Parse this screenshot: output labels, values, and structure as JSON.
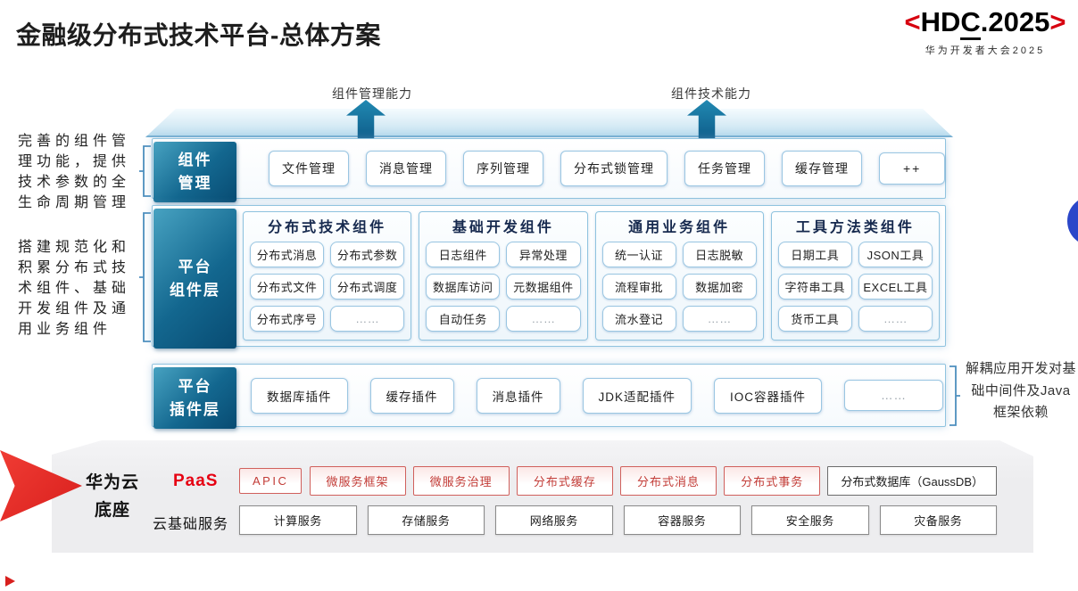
{
  "title": "金融级分布式技术平台-总体方案",
  "logo": {
    "angle_left": "<",
    "hd": "HD",
    "c": "C",
    "rest": ".2025",
    "angle_right": ">",
    "subtitle": "华为开发者大会2025"
  },
  "arrows": {
    "left_label": "组件管理能力",
    "right_label": "组件技术能力"
  },
  "notes": {
    "left_top": "完善的组件管理功能，提供技术参数的全生命周期管理",
    "left_middle": "搭建规范化和积累分布式技术组件、基础开发组件及通用业务组件",
    "right": "解耦应用开发对基础中间件及Java框架依赖"
  },
  "layers": {
    "management": {
      "label_line1": "组件",
      "label_line2": "管理",
      "items": [
        "文件管理",
        "消息管理",
        "序列管理",
        "分布式锁管理",
        "任务管理",
        "缓存管理",
        "++"
      ]
    },
    "components": {
      "label_line1": "平台",
      "label_line2": "组件层",
      "columns": [
        {
          "title": "分布式技术组件",
          "items": [
            "分布式消息",
            "分布式参数",
            "分布式文件",
            "分布式调度",
            "分布式序号",
            "……"
          ]
        },
        {
          "title": "基础开发组件",
          "items": [
            "日志组件",
            "异常处理",
            "数据库访问",
            "元数据组件",
            "自动任务",
            "……"
          ]
        },
        {
          "title": "通用业务组件",
          "items": [
            "统一认证",
            "日志脱敏",
            "流程审批",
            "数据加密",
            "流水登记",
            "……"
          ]
        },
        {
          "title": "工具方法类组件",
          "items": [
            "日期工具",
            "JSON工具",
            "字符串工具",
            "EXCEL工具",
            "货币工具",
            "……"
          ]
        }
      ]
    },
    "plugins": {
      "label_line1": "平台",
      "label_line2": "插件层",
      "items": [
        "数据库插件",
        "缓存插件",
        "消息插件",
        "JDK适配插件",
        "IOC容器插件",
        "……"
      ]
    }
  },
  "foundation": {
    "label_line1": "华为云",
    "label_line2": "底座",
    "paas": {
      "label": "PaaS",
      "items": [
        "APIC",
        "微服务框架",
        "微服务治理",
        "分布式缓存",
        "分布式消息",
        "分布式事务"
      ],
      "db_item": "分布式数据库（GaussDB）"
    },
    "cloud": {
      "label": "云基础服务",
      "items": [
        "计算服务",
        "存储服务",
        "网络服务",
        "容器服务",
        "安全服务",
        "灾备服务"
      ]
    }
  },
  "colors": {
    "brand_red": "#e60012",
    "layer_teal": "#0d5c88",
    "arrow_teal": "#17789f",
    "box_border_blue": "#8fc3df",
    "paas_red": "#c9302c",
    "gray_band": "#efeff1",
    "circle_blue": "#2b47c9"
  }
}
